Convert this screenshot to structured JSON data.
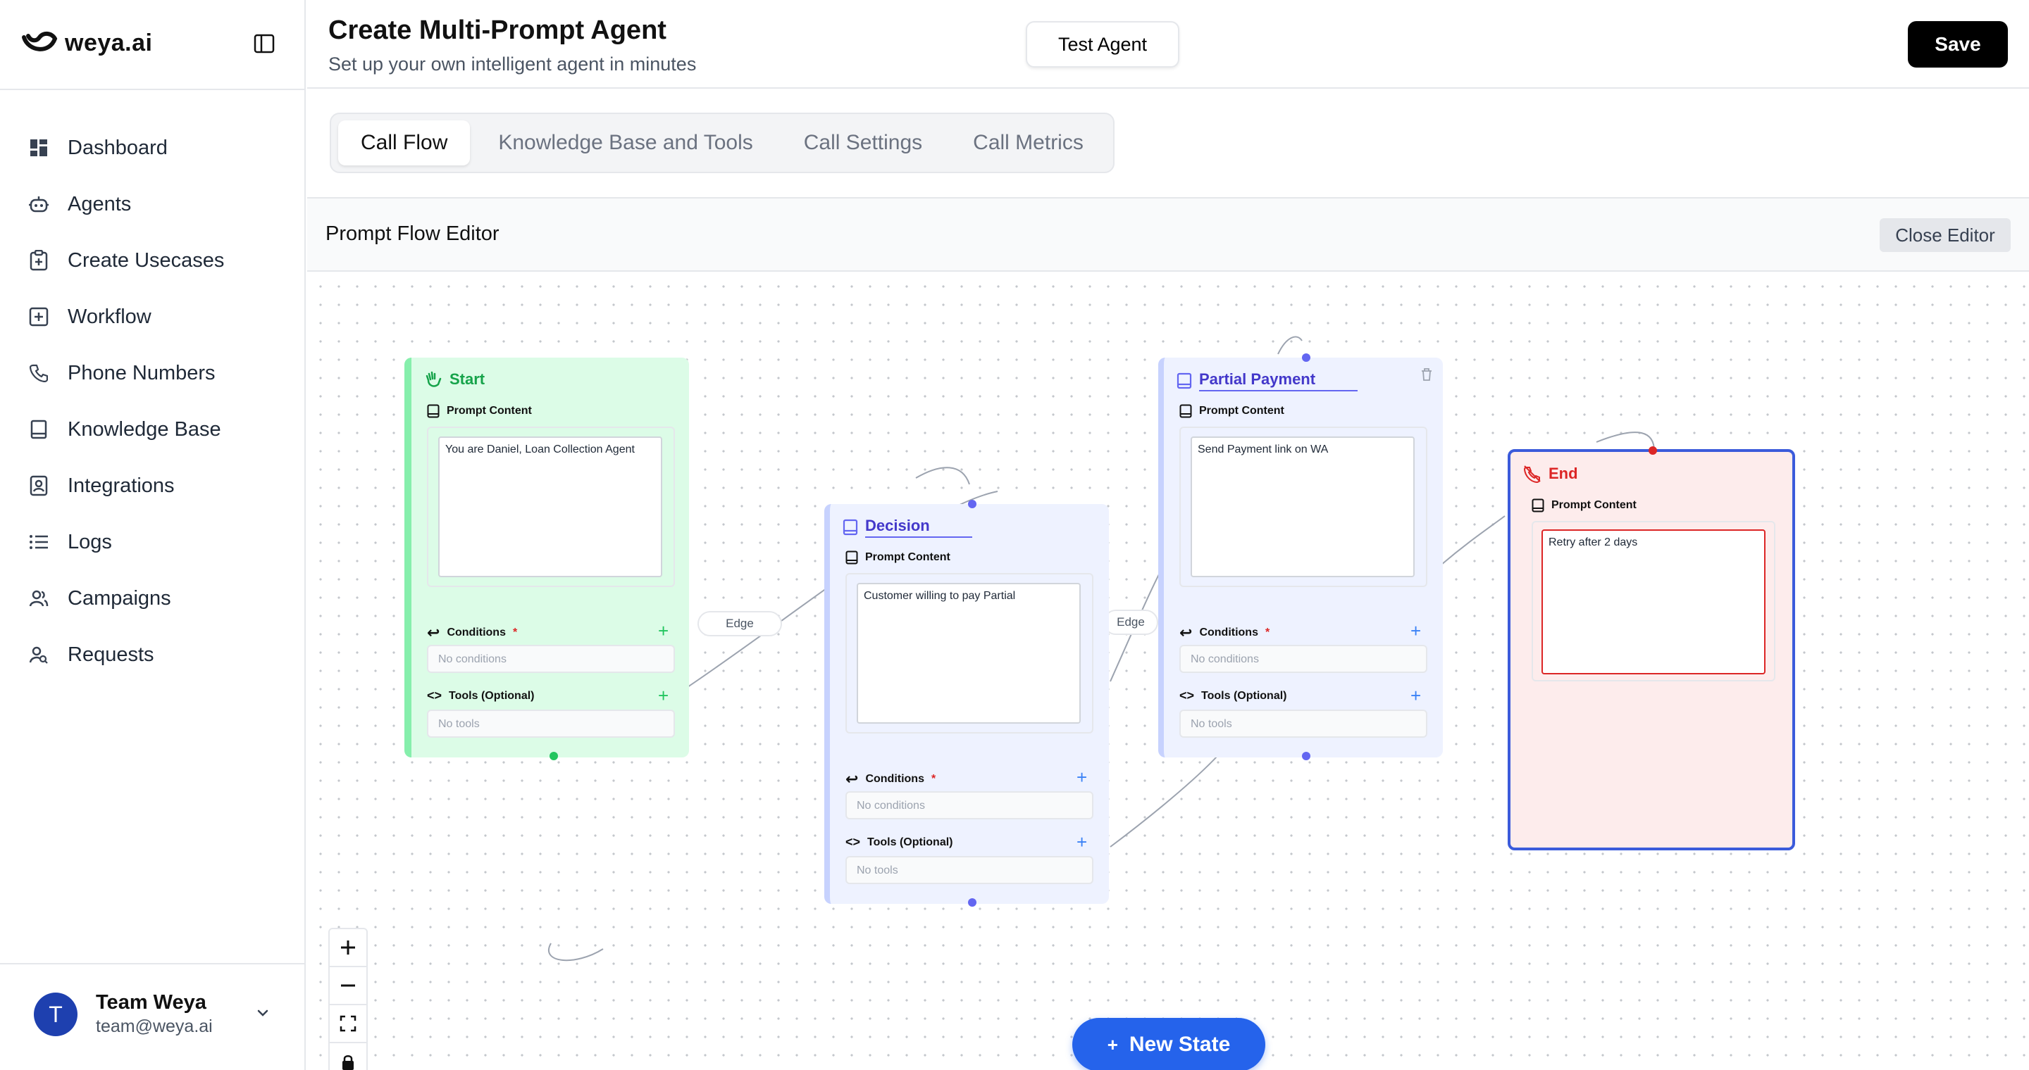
{
  "brand": {
    "name": "weya.ai"
  },
  "sidebar": {
    "items": [
      {
        "label": "Dashboard",
        "icon": "dashboard-icon"
      },
      {
        "label": "Agents",
        "icon": "robot-icon"
      },
      {
        "label": "Create Usecases",
        "icon": "clipboard-plus-icon"
      },
      {
        "label": "Workflow",
        "icon": "square-plus-icon"
      },
      {
        "label": "Phone Numbers",
        "icon": "phone-icon"
      },
      {
        "label": "Knowledge Base",
        "icon": "book-icon"
      },
      {
        "label": "Integrations",
        "icon": "contact-card-icon"
      },
      {
        "label": "Logs",
        "icon": "list-icon"
      },
      {
        "label": "Campaigns",
        "icon": "users-icon"
      },
      {
        "label": "Requests",
        "icon": "user-search-icon"
      }
    ]
  },
  "user": {
    "initial": "T",
    "name": "Team Weya",
    "email": "team@weya.ai"
  },
  "header": {
    "title": "Create Multi-Prompt Agent",
    "subtitle": "Set up your own intelligent agent in minutes",
    "test_label": "Test Agent",
    "save_label": "Save"
  },
  "tabs": [
    {
      "label": "Call Flow",
      "active": true
    },
    {
      "label": "Knowledge Base and Tools",
      "active": false
    },
    {
      "label": "Call Settings",
      "active": false
    },
    {
      "label": "Call Metrics",
      "active": false
    }
  ],
  "editor": {
    "title": "Prompt Flow Editor",
    "close_label": "Close Editor",
    "new_state_label": "New State",
    "edge_label": "Edge",
    "nodes": {
      "start": {
        "title": "Start",
        "prompt_label": "Prompt Content",
        "prompt": "You are Daniel, Loan Collection Agent",
        "conditions_label": "Conditions",
        "conditions_empty": "No conditions",
        "tools_label": "Tools (Optional)",
        "tools_empty": "No tools"
      },
      "decision": {
        "title": "Decision",
        "prompt_label": "Prompt Content",
        "prompt": "Customer willing to pay Partial",
        "conditions_label": "Conditions",
        "conditions_empty": "No conditions",
        "tools_label": "Tools (Optional)",
        "tools_empty": "No tools"
      },
      "partial": {
        "title": "Partial Payment",
        "prompt_label": "Prompt Content",
        "prompt": "Send Payment link on WA",
        "conditions_label": "Conditions",
        "conditions_empty": "No conditions",
        "tools_label": "Tools (Optional)",
        "tools_empty": "No tools"
      },
      "end": {
        "title": "End",
        "prompt_label": "Prompt Content",
        "prompt": "Retry after 2 days"
      }
    }
  },
  "colors": {
    "primary": "#2563eb",
    "start": "#22c55e",
    "end": "#dc2626",
    "node_blue": "#4338ca"
  }
}
